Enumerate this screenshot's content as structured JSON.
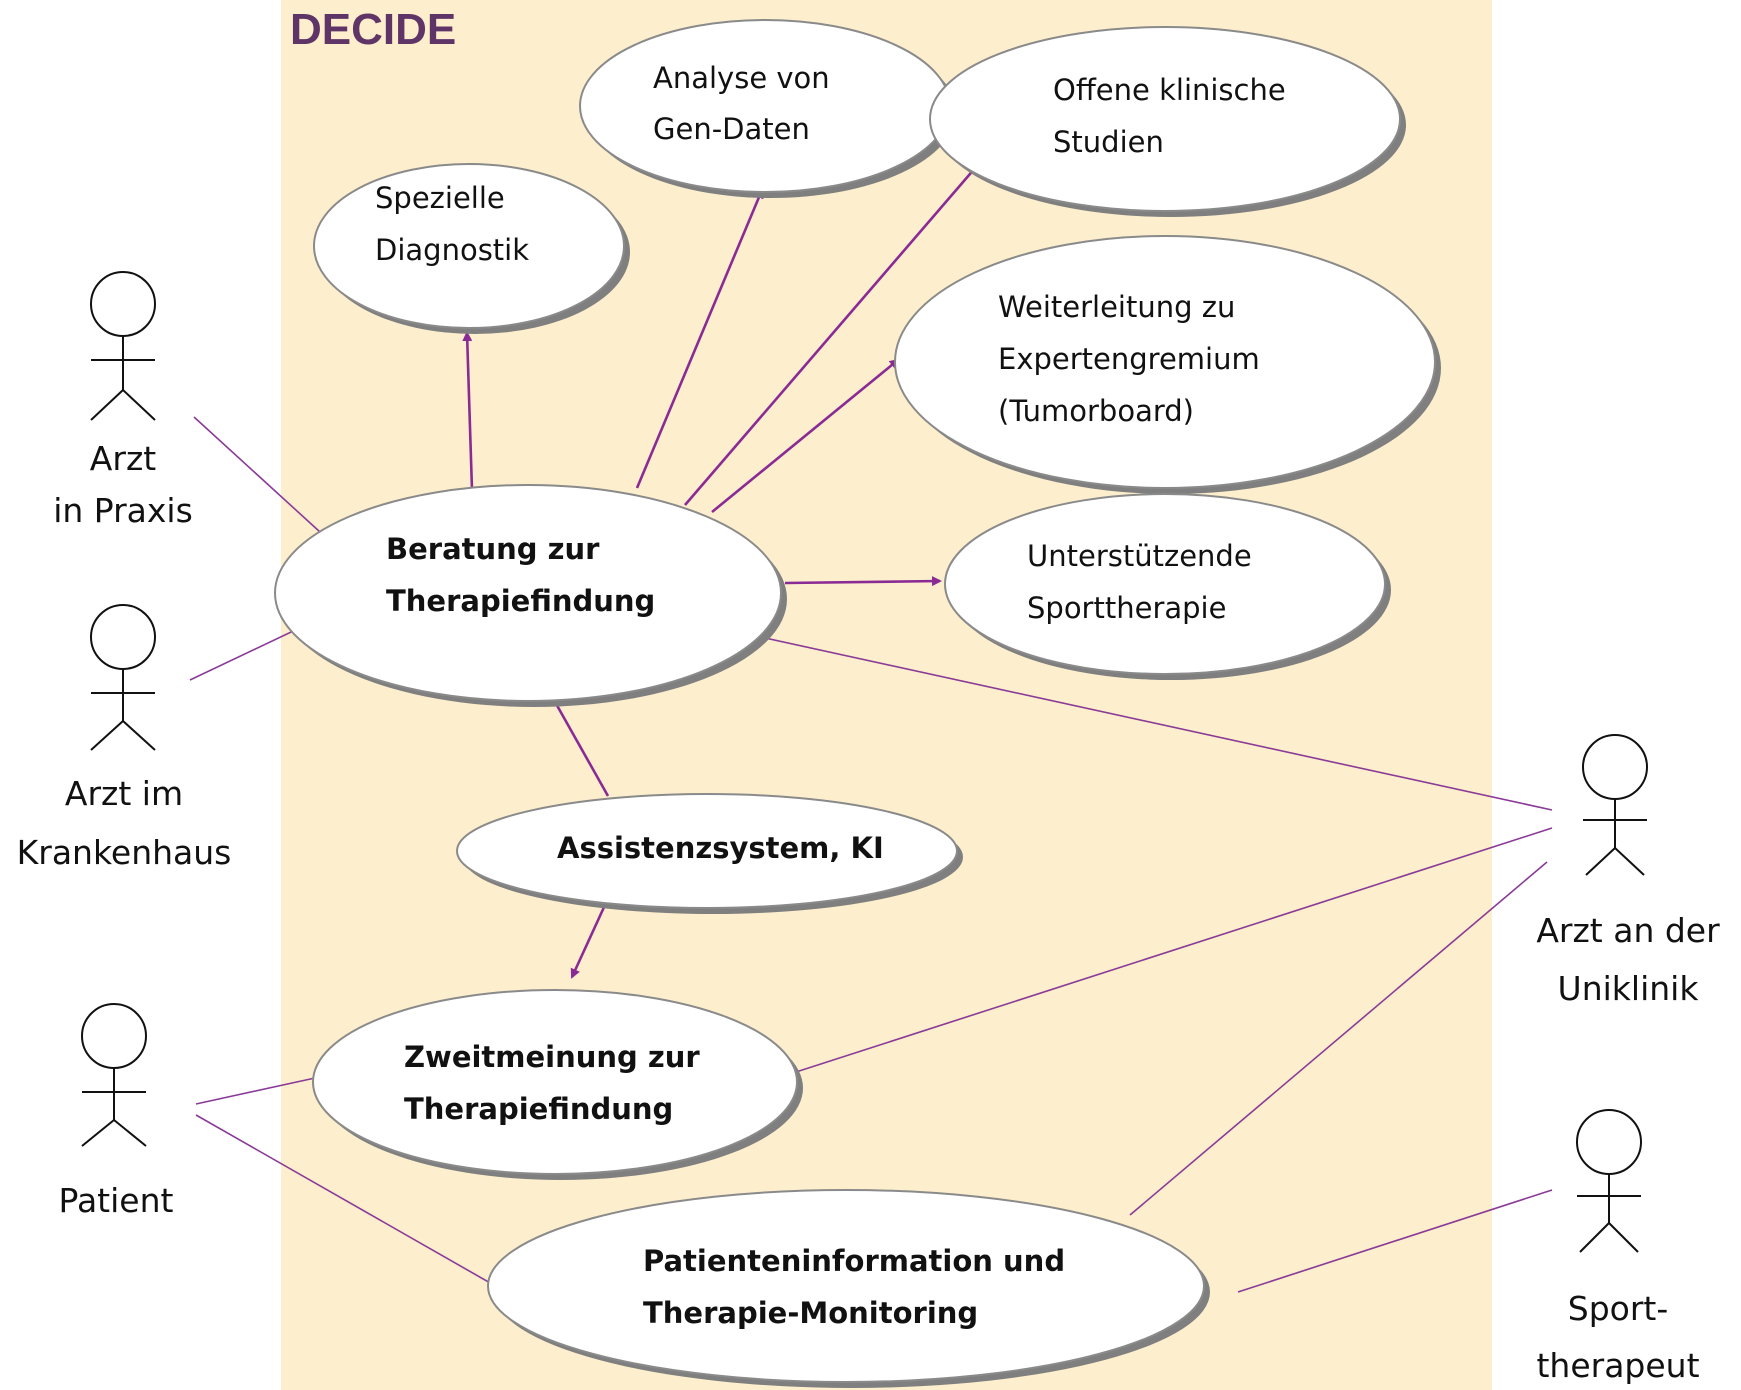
{
  "colors": {
    "system_background": "#fdefcd",
    "title": "#5f3567",
    "relation_line": "#8a2b95"
  },
  "system": {
    "title": "DECIDE"
  },
  "use_cases": {
    "spezielle": {
      "lines": [
        "Spezielle",
        "Diagnostik"
      ]
    },
    "analyse": {
      "lines": [
        "Analyse von",
        "Gen-Daten"
      ]
    },
    "studien": {
      "lines": [
        "Offene klinische",
        "Studien"
      ]
    },
    "weiterleitung": {
      "lines": [
        "Weiterleitung zu",
        "Expertengremium",
        "(Tumorboard)"
      ]
    },
    "beratung": {
      "lines": [
        "Beratung zur",
        "Therapiefindung"
      ]
    },
    "sport": {
      "lines": [
        "Unterstützende",
        "Sporttherapie"
      ]
    },
    "assistenz": {
      "lines": [
        "Assistenzsystem, KI"
      ]
    },
    "zweitmeinung": {
      "lines": [
        "Zweitmeinung zur",
        "Therapiefindung"
      ]
    },
    "patienteninfo": {
      "lines": [
        "Patienteninformation und",
        "Therapie-Monitoring"
      ]
    }
  },
  "actors": {
    "praxis": {
      "lines": [
        "Arzt",
        "in Praxis"
      ]
    },
    "krankenhaus": {
      "lines": [
        "Arzt im",
        "Krankenhaus"
      ]
    },
    "patient": {
      "lines": [
        "Patient"
      ]
    },
    "uniklinik": {
      "lines": [
        "Arzt an der",
        "Uniklinik"
      ]
    },
    "sporttherapeut": {
      "lines": [
        "Sport-",
        "therapeut"
      ]
    }
  }
}
